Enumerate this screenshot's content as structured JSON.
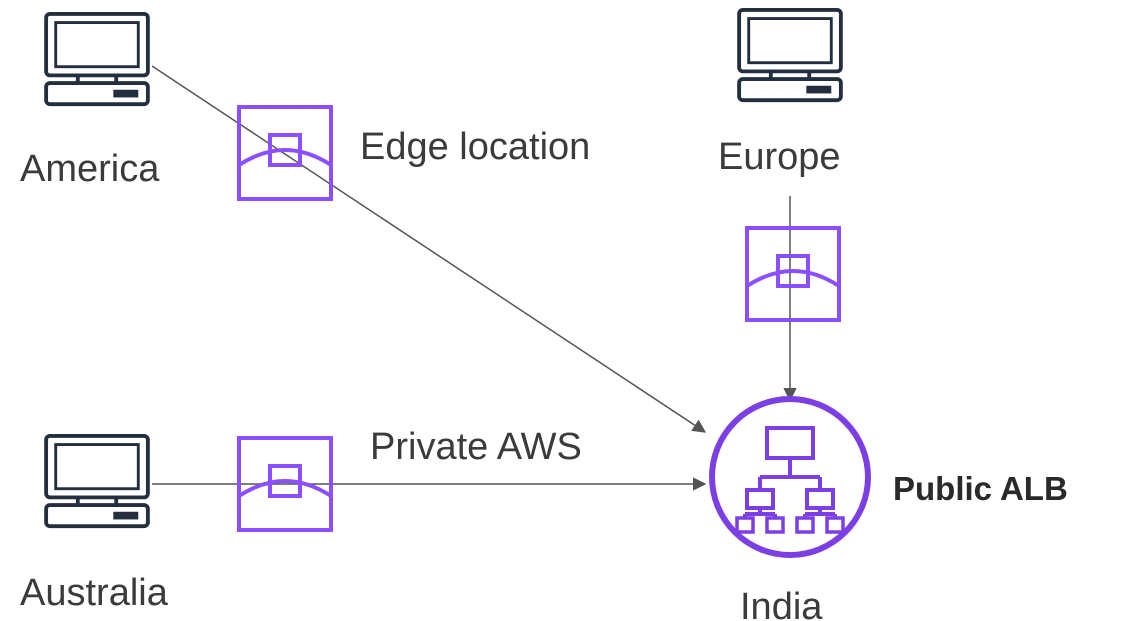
{
  "labels": {
    "america": "America",
    "europe": "Europe",
    "australia": "Australia",
    "india": "India",
    "edge_location": "Edge location",
    "private_aws": "Private AWS",
    "public_alb": "Public ALB"
  },
  "colors": {
    "edge_purple": "#8c4fff",
    "alb_purple": "#7b3fe4",
    "computer": "#232f3e",
    "connector": "#545454",
    "text": "#3b3b3b"
  },
  "icons": {
    "computer": "desktop-computer-icon",
    "edge": "edge-location-icon",
    "alb": "application-load-balancer-icon"
  }
}
